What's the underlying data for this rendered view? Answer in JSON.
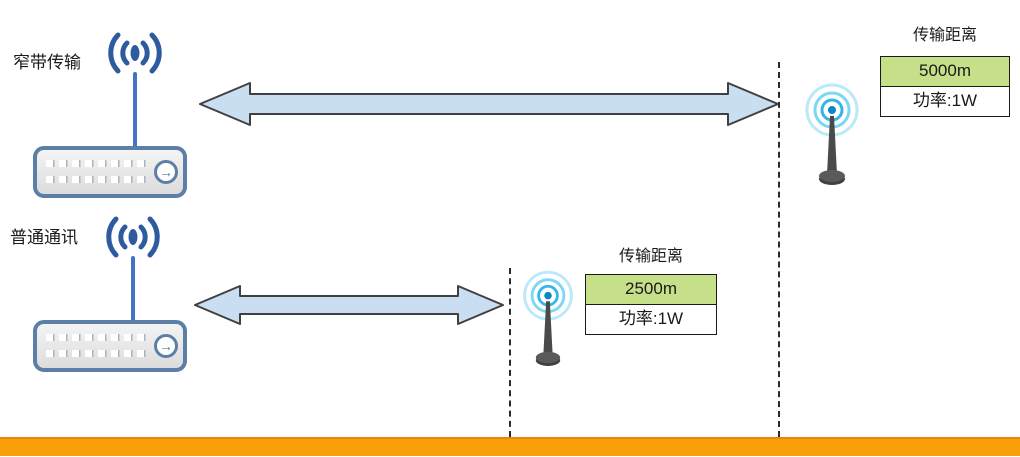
{
  "diagram": {
    "rows": [
      {
        "id": "narrowband",
        "label": "窄带传输",
        "distance_title": "传输距离",
        "distance_value": "5000m",
        "power_value": "功率:1W"
      },
      {
        "id": "normal",
        "label": "普通通讯",
        "distance_title": "传输距离",
        "distance_value": "2500m",
        "power_value": "功率:1W"
      }
    ],
    "icons": {
      "router_arrow": "→"
    },
    "colors": {
      "arrow_fill": "#C9DEF1",
      "arrow_stroke": "#404040",
      "distance_box_fill": "#C5E089",
      "ground_bar": "#F9A008",
      "device_outline": "#5B7FA6",
      "wifi_icon": "#2E5B9F",
      "antenna_wave": "#35B6E8"
    }
  }
}
